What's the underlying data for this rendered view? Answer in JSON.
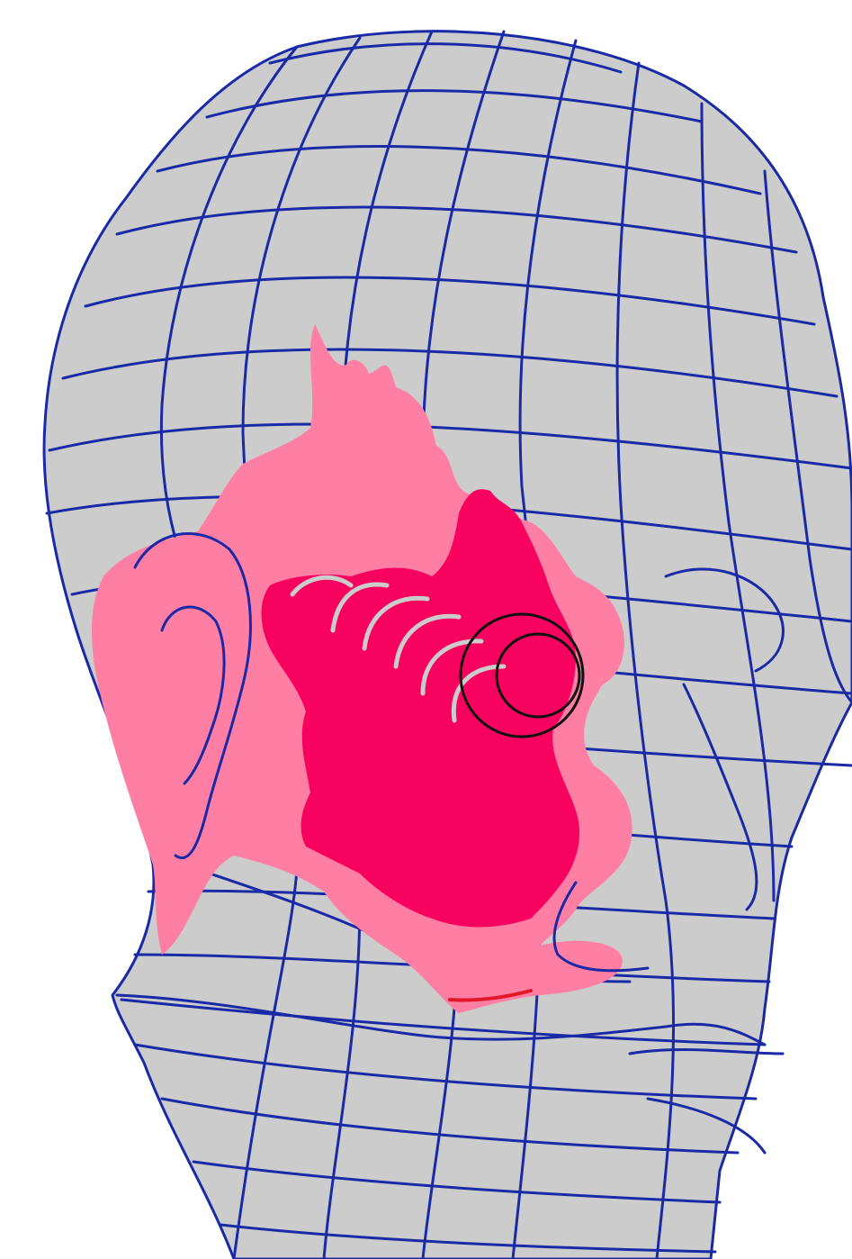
{
  "figure": {
    "subject": "head-wireframe",
    "colors": {
      "background": "#ffffff",
      "head_fill": "#cccccc",
      "grid_lines": "#1a2aa6",
      "referred_pain_outer": "#ff7ea3",
      "referred_pain_inner": "#f7035f",
      "inner_rings": "#f7035f",
      "target_circles": "#111111",
      "lip_accent": "#e2182a"
    },
    "layers": [
      "head-silhouette",
      "wireframe-grid",
      "outer-pain-zone",
      "inner-pain-zone",
      "pain-arcs",
      "target-circles",
      "ear",
      "face-features"
    ]
  }
}
